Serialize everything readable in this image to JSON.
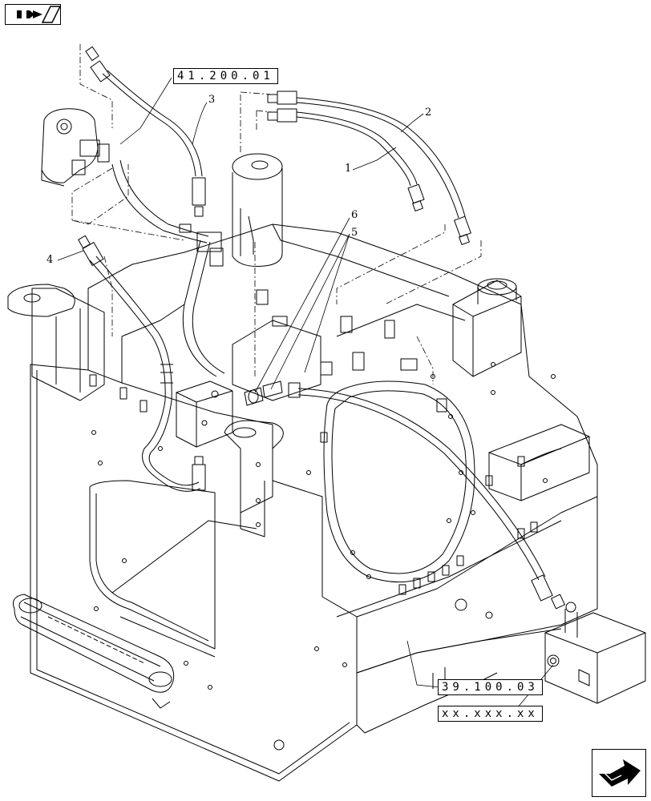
{
  "references": {
    "top": "41.200.01",
    "bottom": "39.100.03",
    "bottom_plain": "xx.xxx.xx"
  },
  "callouts": [
    "1",
    "2",
    "3",
    "4",
    "5",
    "6"
  ],
  "icons": {
    "top_left": "book-arrow-icon",
    "bottom_right": "next-page-arrow-icon"
  },
  "colors": {
    "line": "#000000",
    "background": "#ffffff"
  }
}
